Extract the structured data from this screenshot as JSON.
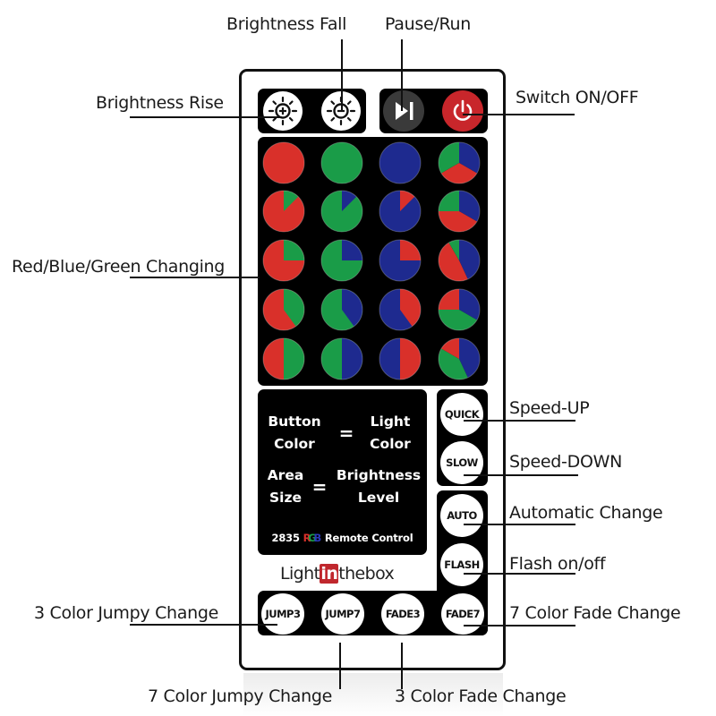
{
  "labels": {
    "brightness_fall": "Brightness Fall",
    "pause_run": "Pause/Run",
    "brightness_rise": "Brightness Rise",
    "switch_on_off": "Switch ON/OFF",
    "rgb_changing": "Red/Blue/Green Changing",
    "speed_up": "Speed-UP",
    "speed_down": "Speed-DOWN",
    "automatic_change": "Automatic Change",
    "flash_on_off": "Flash on/off",
    "color3_jumpy": "3 Color Jumpy Change",
    "color7_fade": "7 Color Fade Change",
    "color7_jumpy": "7 Color Jumpy Change",
    "color3_fade": "3 Color Fade Change"
  },
  "remote": {
    "top_buttons": [
      {
        "name": "brightness-up",
        "icon": "sun-plus-icon"
      },
      {
        "name": "brightness-down",
        "icon": "sun-minus-icon"
      },
      {
        "name": "play-pause",
        "icon": "play-pause-icon"
      },
      {
        "name": "power",
        "icon": "power-icon"
      }
    ],
    "colors": {
      "red": "#d9302a",
      "green": "#1a9c48",
      "blue": "#1e2a8f",
      "power": "#c8262b",
      "play": "#3a3a3a"
    },
    "color_grid": [
      [
        {
          "base": "red"
        },
        {
          "base": "green"
        },
        {
          "base": "blue"
        },
        {
          "segments": [
            [
              "blue",
              0,
              120
            ],
            [
              "red",
              120,
              240
            ],
            [
              "green",
              240,
              360
            ]
          ]
        }
      ],
      [
        {
          "base": "red",
          "slice": "green",
          "frac": 0.125
        },
        {
          "base": "green",
          "slice": "blue",
          "frac": 0.125
        },
        {
          "base": "blue",
          "slice": "red",
          "frac": 0.125
        },
        {
          "segments": [
            [
              "blue",
              0,
              120
            ],
            [
              "red",
              120,
              270
            ],
            [
              "green",
              270,
              360
            ]
          ]
        }
      ],
      [
        {
          "base": "red",
          "slice": "green",
          "frac": 0.25
        },
        {
          "base": "green",
          "slice": "blue",
          "frac": 0.25
        },
        {
          "base": "blue",
          "slice": "red",
          "frac": 0.25
        },
        {
          "segments": [
            [
              "blue",
              0,
              155
            ],
            [
              "red",
              155,
              330
            ],
            [
              "green",
              330,
              360
            ]
          ]
        }
      ],
      [
        {
          "base": "red",
          "slice": "green",
          "frac": 0.4
        },
        {
          "base": "green",
          "slice": "blue",
          "frac": 0.4
        },
        {
          "base": "blue",
          "slice": "red",
          "frac": 0.4
        },
        {
          "segments": [
            [
              "blue",
              0,
              120
            ],
            [
              "green",
              120,
              270
            ],
            [
              "red",
              270,
              360
            ]
          ]
        }
      ],
      [
        {
          "base": "red",
          "slice": "green",
          "frac": 0.5
        },
        {
          "base": "green",
          "slice": "blue",
          "frac": 0.5
        },
        {
          "base": "blue",
          "slice": "red",
          "frac": 0.5
        },
        {
          "segments": [
            [
              "blue",
              0,
              155
            ],
            [
              "green",
              155,
              300
            ],
            [
              "red",
              300,
              360
            ]
          ]
        }
      ]
    ],
    "info": {
      "button": "Button",
      "color": "Color",
      "light": "Light",
      "light_color": "Color",
      "equals": "=",
      "area": "Area",
      "size": "Size",
      "brightness": "Brightness",
      "level": "Level",
      "model_prefix": "2835",
      "rgb_r": "R",
      "rgb_g": "G",
      "rgb_b": "B",
      "model_suffix": "Remote Control"
    },
    "logo": {
      "left": "Light",
      "mid": "in",
      "right": "thebox",
      "color": "#c0272d"
    },
    "side_buttons": {
      "quick": "QUICK",
      "slow": "SLOW",
      "auto": "AUTO",
      "flash": "FLASH"
    },
    "bottom_buttons": [
      "JUMP3",
      "JUMP7",
      "FADE3",
      "FADE7"
    ]
  }
}
